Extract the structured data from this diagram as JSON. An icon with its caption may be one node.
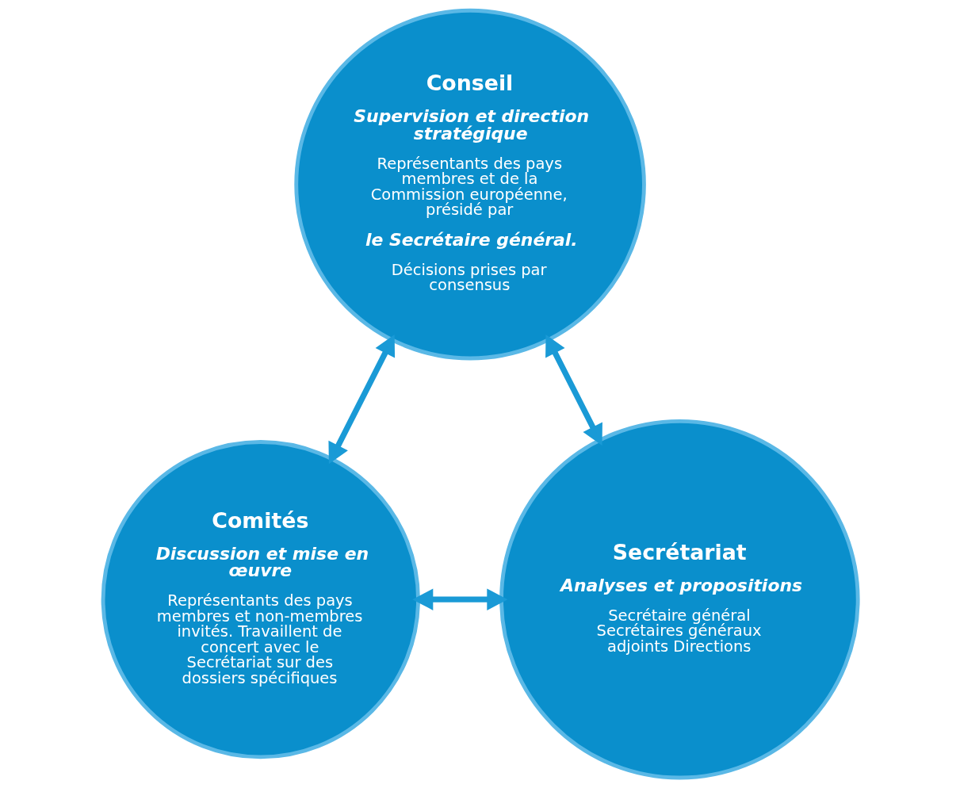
{
  "diagram": {
    "nodes": [
      {
        "text": [
          "Conseil",
          "Supervision et direction stratégique",
          "Représentants des pays membres et de la Commission européenne, présidé par",
          "le Secrétaire général.",
          "Décisions prises par consensus"
        ]
      },
      {
        "text": [
          "Comités",
          "Discussion et mise en œuvre",
          "Représentants des pays membres et non-membres invités. Travaillent de concert avec le Secrétariat sur des dossiers spécifiques"
        ]
      },
      {
        "text": [
          "Secrétariat",
          "Analyses et propositions",
          "Secrétaire général Secrétaires généraux adjoints Directions"
        ]
      }
    ],
    "edges": [
      {
        "from": 0,
        "to": 1,
        "arrow": "both"
      },
      {
        "from": 0,
        "to": 2,
        "arrow": "both"
      },
      {
        "from": 1,
        "to": 2,
        "arrow": "both"
      }
    ]
  }
}
